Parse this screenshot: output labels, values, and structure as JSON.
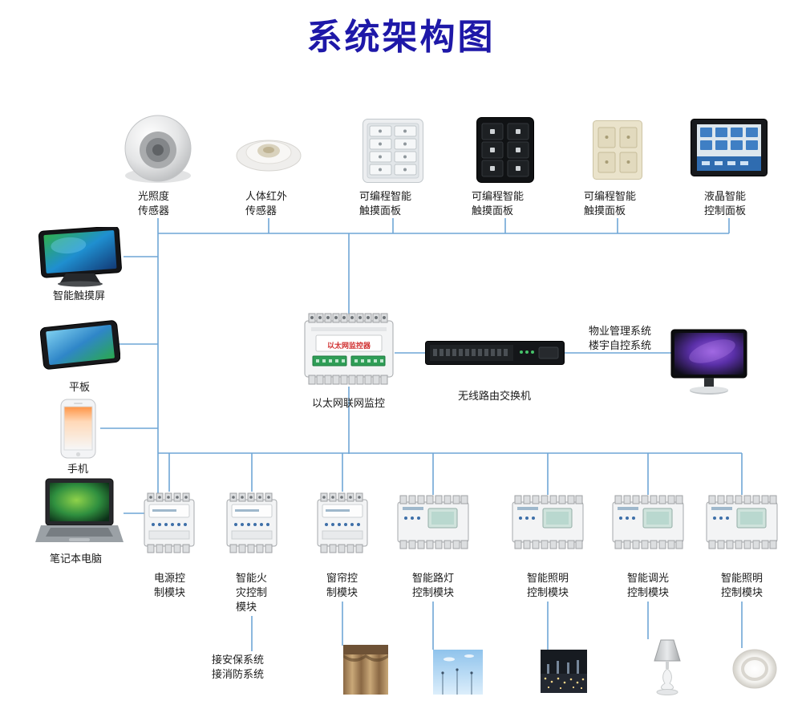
{
  "title": "系统架构图",
  "colors": {
    "title": "#1e18a8",
    "connector_line": "#6fa6d6",
    "gateway_device_text": "#d03030"
  },
  "top_devices": [
    {
      "label": "光照度\n传感器",
      "icon": "dome-light-sensor-icon"
    },
    {
      "label": "人体红外\n传感器",
      "icon": "pir-sensor-icon"
    },
    {
      "label": "可编程智能\n触摸面板",
      "icon": "touch-panel-white-icon"
    },
    {
      "label": "可编程智能\n触摸面板",
      "icon": "touch-panel-black-icon"
    },
    {
      "label": "可编程智能\n触摸面板",
      "icon": "touch-panel-beige-icon"
    },
    {
      "label": "液晶智能\n控制面板",
      "icon": "lcd-control-panel-icon"
    }
  ],
  "left_devices": [
    {
      "label": "智能触摸屏",
      "icon": "smart-touchscreen-icon"
    },
    {
      "label": "平板",
      "icon": "tablet-icon"
    },
    {
      "label": "手机",
      "icon": "phone-icon"
    },
    {
      "label": "笔记本电脑",
      "icon": "laptop-icon"
    }
  ],
  "center": {
    "gateway_label": "以太网联网监控",
    "gateway_device_text": "以太网监控器",
    "router_label": "无线路由交换机",
    "management_text": "物业管理系统\n楼宇自控系统",
    "monitor_icon": "desktop-monitor-icon"
  },
  "bottom_modules": [
    {
      "label": "电源控\n制模块",
      "icon": "din-module-small-icon"
    },
    {
      "label": "智能火\n灾控制\n模块",
      "icon": "din-module-small-icon"
    },
    {
      "label": "窗帘控\n制模块",
      "icon": "din-module-small-icon"
    },
    {
      "label": "智能路灯\n控制模块",
      "icon": "din-module-large-icon"
    },
    {
      "label": "智能照明\n控制模块",
      "icon": "din-module-large-icon"
    },
    {
      "label": "智能调光\n控制模块",
      "icon": "din-module-large-icon"
    },
    {
      "label": "智能照明\n控制模块",
      "icon": "din-module-large-icon"
    }
  ],
  "bottom_note": "接安保系统\n接消防系统",
  "bottom_images": [
    {
      "icon": "curtain-photo-icon"
    },
    {
      "icon": "sky-lights-photo-icon"
    },
    {
      "icon": "night-city-photo-icon"
    },
    {
      "icon": "table-lamp-icon"
    },
    {
      "icon": "ceiling-light-icon"
    }
  ]
}
